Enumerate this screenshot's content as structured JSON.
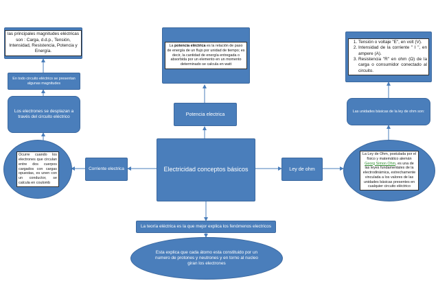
{
  "center": {
    "title": "Electricidad conceptos básicos"
  },
  "left_branch": {
    "label": "Corriente electrica",
    "ellipse_text": "Ocurre cuando los electrones que circulan entre dos cuerpos cargados con cargas opuestas, es unen con un conductor, se calcula en coulomb",
    "box_text": "Los electrones se desplazan a través del circuito eléctrico",
    "magnitudes_box": "En todo circuito eléctrico se presentan algunas magnitudes",
    "magnitudes_detail": "las principales magnitudes eléctricas son : Carga, d.d.p., Tensión, Intensidad, Resistencia, Potencia y Energía."
  },
  "top_branch": {
    "label": "Potencia electrica",
    "detail_bold": "potencia eléctrica",
    "detail_pre": "La",
    "detail_post": "es la relación de paso de energía de un flujo por unidad de tiempo; es decir, la cantidad de energía entregada o absorbida por un elemento en un momento determinado se calcula en watt"
  },
  "right_branch": {
    "label": "Ley de ohm",
    "ellipse_pre": "La Ley de Ohm, postulada por el físico y matemático alemán",
    "ellipse_link": "Georg Simon Ohm",
    "ellipse_post": ", es una de las leyes fundamentales de la electrodinámica, estrechamente vinculada a los valores de las unidades básicas presentes en cualquier circuito eléctrico",
    "units_box": "Las unidades básicas de la ley de ohm son:",
    "units_list": [
      "Tensión o voltaje \"E\", en volt (V).",
      "Intensidad de la corriente \" I \", en ampere (A).",
      "Resistencia \"R\" en ohm (Ω) de la carga o consumidor conectado al circuito."
    ]
  },
  "bottom_branch": {
    "theory_box": "La teoría eléctrica es la que mejor explica los fenómenos electricos",
    "ellipse_text": "Esta explica que cada átomo esta constituido por un numero de protones y neutrones y en torno al nucleo giran los electrones"
  },
  "colors": {
    "node_fill": "#4a7ebb",
    "node_border": "#3a679e",
    "line": "#4a7ebb",
    "text_dark": "#111111",
    "link_green": "#2e8b2e"
  }
}
